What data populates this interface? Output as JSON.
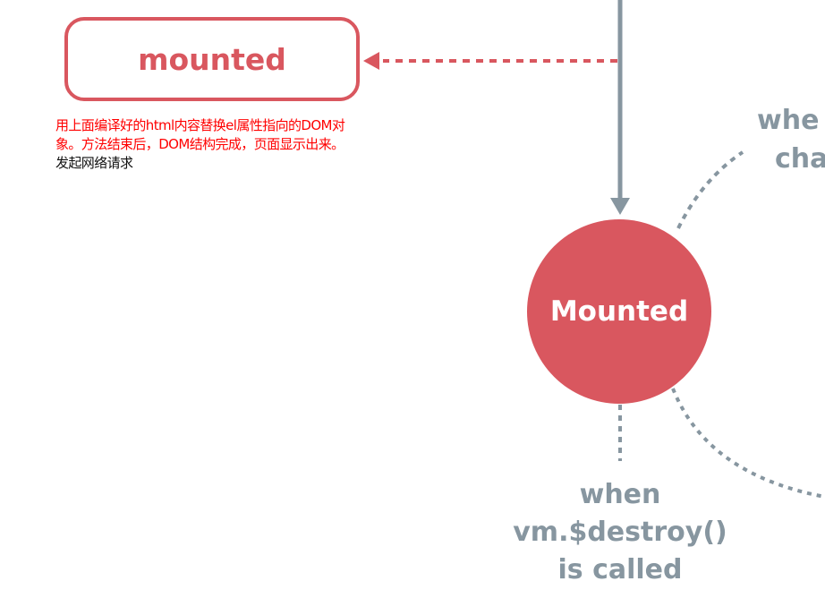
{
  "hook_box": {
    "label": "mounted"
  },
  "note": {
    "red_line1": "用上面编译好的html内容替换el属性指向的DOM对",
    "red_line2": "象。方法结束后，DOM结构完成，页面显示出来。",
    "black_line": "发起网络请求"
  },
  "circle": {
    "label": "Mounted"
  },
  "destroy_label": {
    "line1": "when",
    "line2": "vm.$destroy()",
    "line3": "is called"
  },
  "changed_label": {
    "line1": "whe",
    "line2": "cha"
  },
  "colors": {
    "accent": "#d9575f",
    "gray": "#8796a0",
    "note_red": "#ff0000"
  }
}
